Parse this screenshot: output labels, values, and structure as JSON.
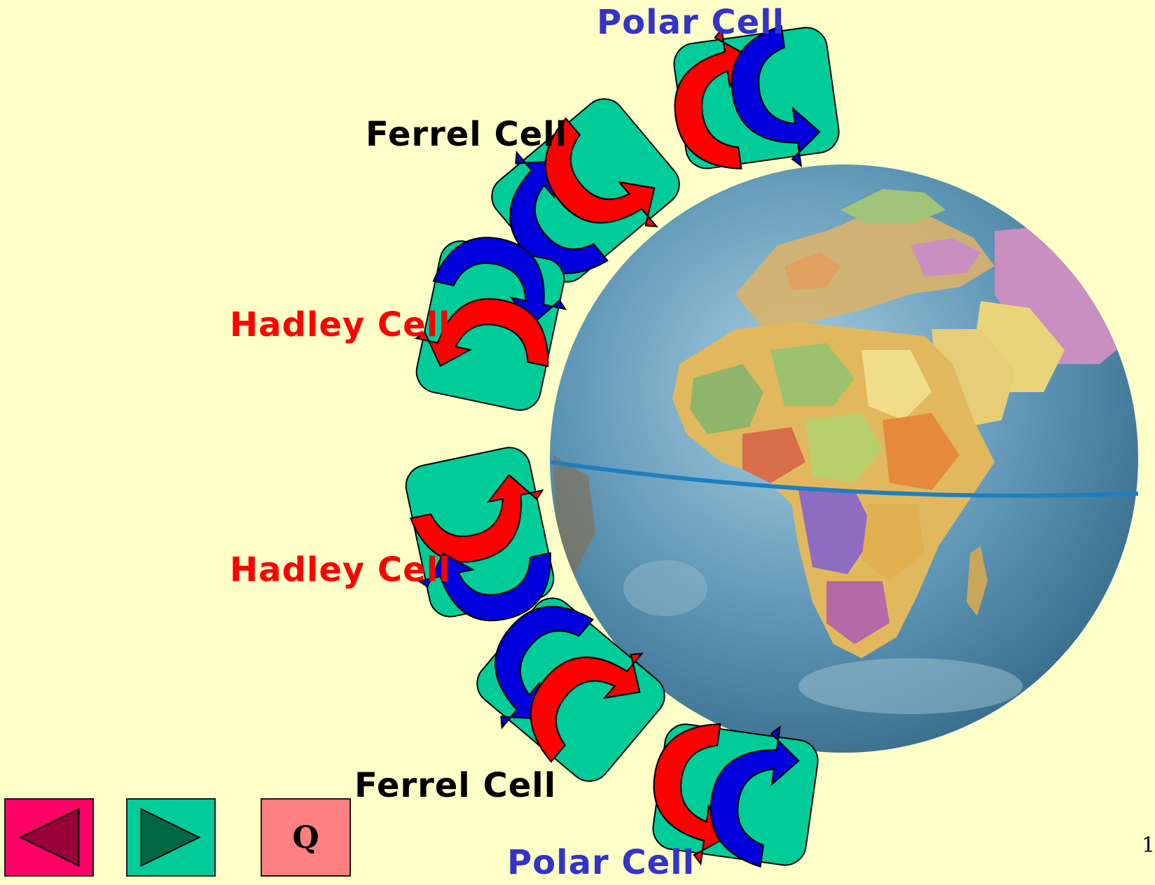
{
  "title": "",
  "colors": {
    "background": "#ffffc8",
    "cell_box": "#00cc99",
    "warm_arrow": "#ff0000",
    "cold_arrow": "#0000dd",
    "label_polar": "#3333cc",
    "label_ferrel": "#000000",
    "label_hadley": "#ff0000",
    "ocean": "#4a86a8",
    "equator_line": "#1f7fbf",
    "nav_back_bg": "#ff0066",
    "nav_back_arrow": "#99003a",
    "nav_next_bg": "#00cc99",
    "nav_next_arrow": "#006644",
    "nav_quit_bg": "#ff8080"
  },
  "cells": [
    {
      "label": "Polar Cell",
      "kind": "polar",
      "hemisphere": "north"
    },
    {
      "label": "Ferrel Cell",
      "kind": "ferrel",
      "hemisphere": "north"
    },
    {
      "label": "Hadley Cell",
      "kind": "hadley",
      "hemisphere": "north"
    },
    {
      "label": "Hadley Cell",
      "kind": "hadley",
      "hemisphere": "south"
    },
    {
      "label": "Ferrel Cell",
      "kind": "ferrel",
      "hemisphere": "south"
    },
    {
      "label": "Polar Cell",
      "kind": "polar",
      "hemisphere": "south"
    }
  ],
  "globe": {
    "icon": "earth-globe-africa-europe",
    "equator": true
  },
  "nav": {
    "back_icon": "triangle-left-icon",
    "next_icon": "triangle-right-icon",
    "quit_label": "Q"
  },
  "page_number": "1"
}
